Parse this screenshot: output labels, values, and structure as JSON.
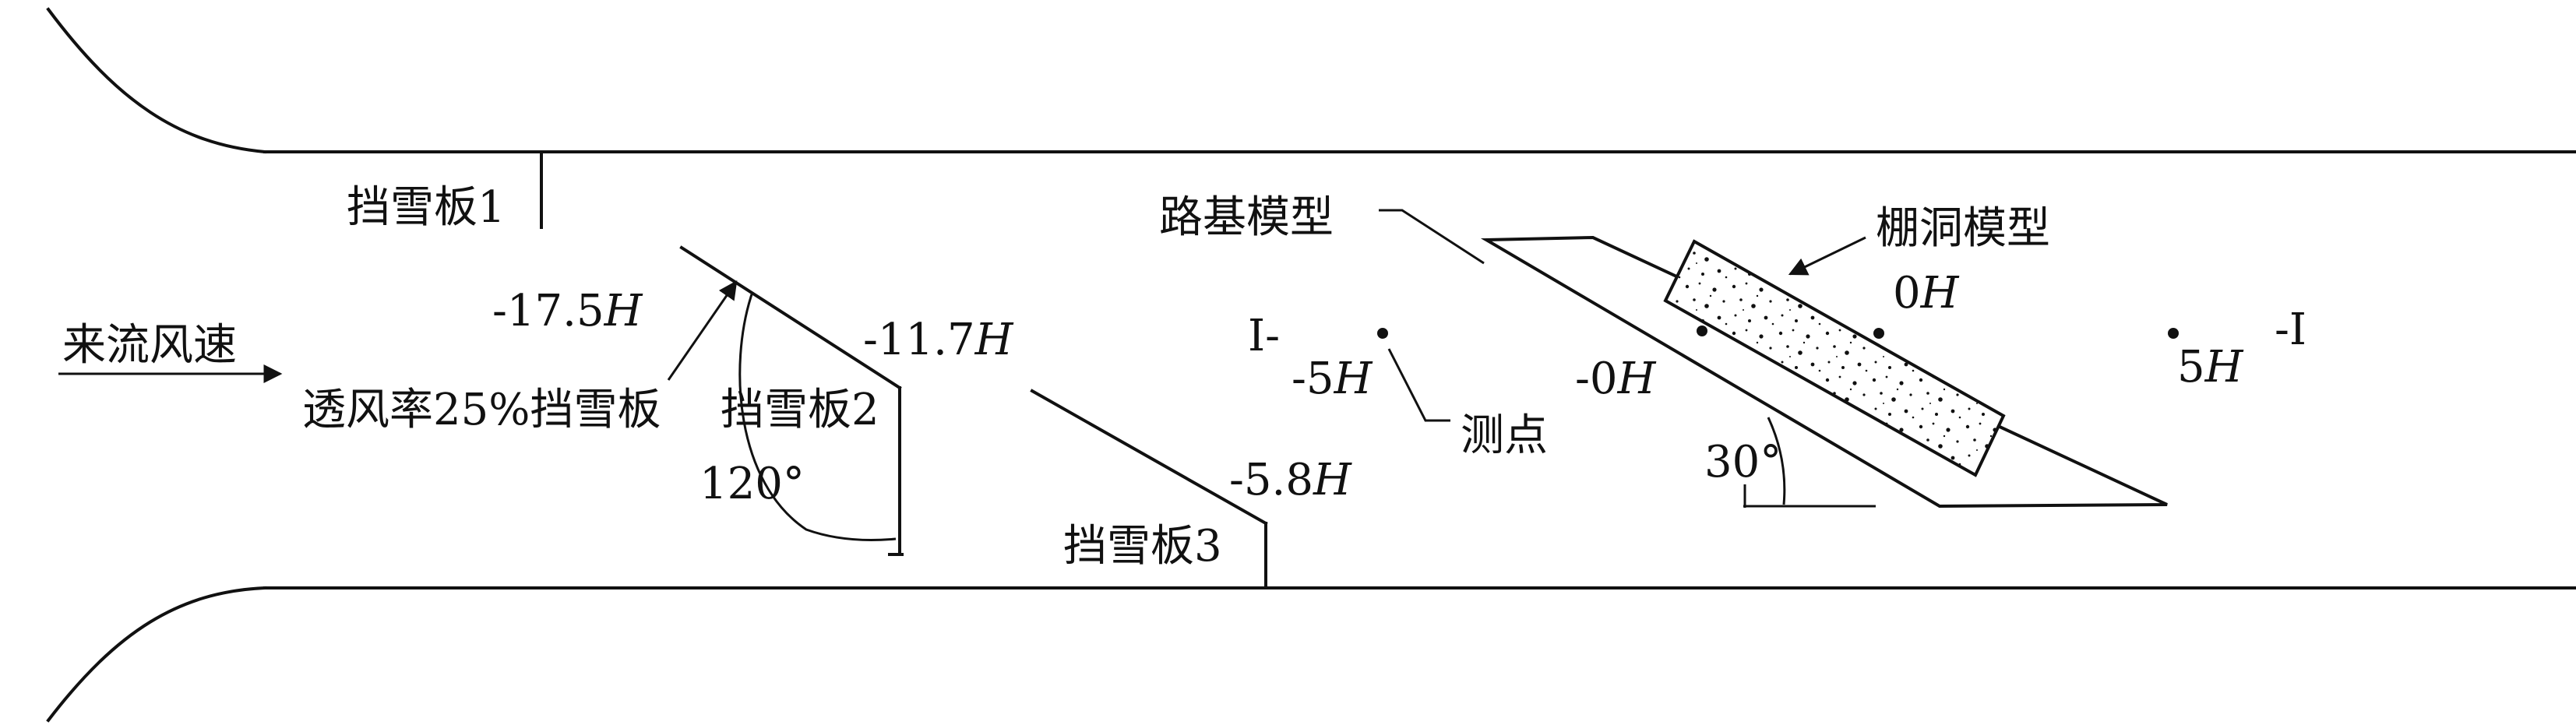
{
  "labels": {
    "board1": "挡雪板1",
    "board2": "挡雪板2",
    "board3": "挡雪板3",
    "inflow": "来流风速",
    "porosity_board": "透风率25%挡雪板",
    "subgrade_model": "路基模型",
    "shed_model": "棚洞模型",
    "measure_point": "测点",
    "angle_120": "120°",
    "angle_30": "30°",
    "section_left": "I-",
    "section_right": "-I"
  },
  "positions": {
    "p_17_5": {
      "num": "-17.5",
      "unit": "H"
    },
    "p_11_7": {
      "num": "-11.7",
      "unit": "H"
    },
    "p_5_8": {
      "num": "-5.8",
      "unit": "H"
    },
    "p_m5": {
      "num": "-5",
      "unit": "H"
    },
    "p_m0": {
      "num": "-0",
      "unit": "H"
    },
    "p_0": {
      "num": "0",
      "unit": "H"
    },
    "p_5": {
      "num": "5",
      "unit": "H"
    }
  },
  "colors": {
    "stroke": "#111111",
    "background": "#ffffff"
  }
}
